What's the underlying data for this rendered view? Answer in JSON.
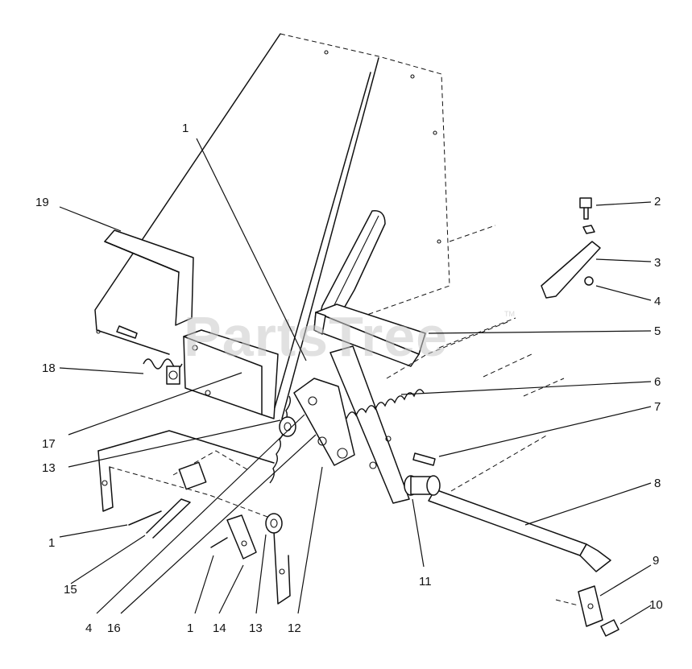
{
  "watermark": {
    "text": "PartsTree",
    "trademark": "TM"
  },
  "callouts": [
    "1",
    "2",
    "3",
    "4",
    "5",
    "6",
    "7",
    "8",
    "9",
    "10",
    "11",
    "12",
    "13",
    "14",
    "15",
    "16",
    "17",
    "18",
    "19"
  ]
}
